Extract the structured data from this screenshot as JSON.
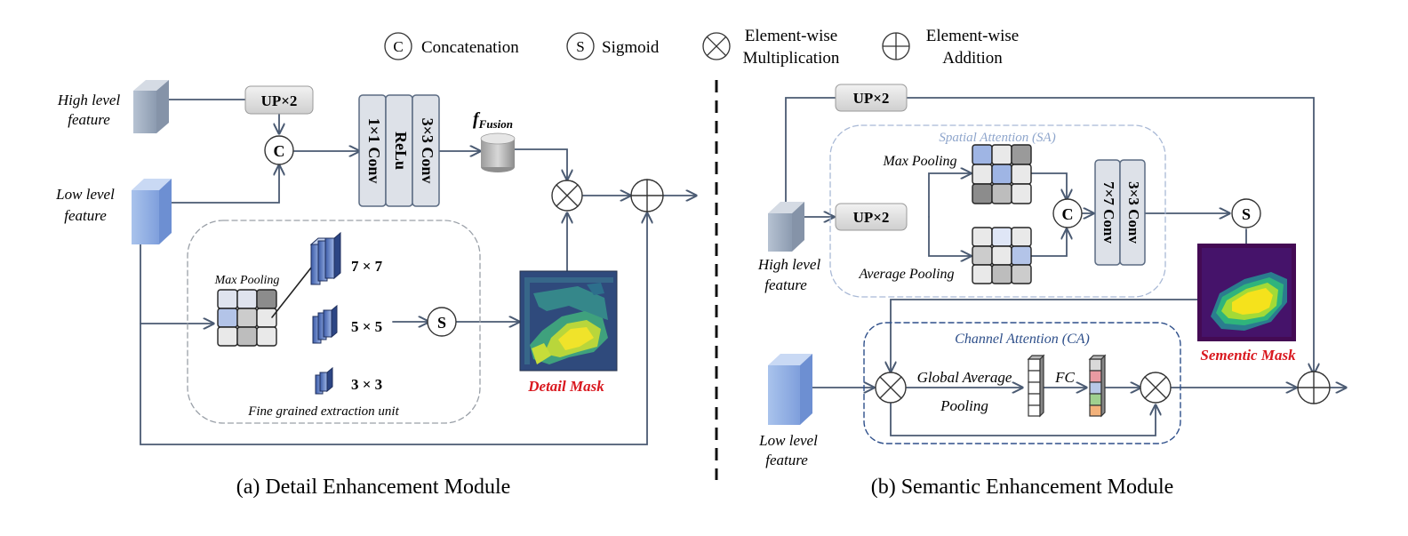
{
  "legend": {
    "concat_symbol": "C",
    "concat_label": "Concatenation",
    "sigmoid_symbol": "S",
    "sigmoid_label": "Sigmoid",
    "mult_label_1": "Element-wise",
    "mult_label_2": "Multiplication",
    "add_label_1": "Element-wise",
    "add_label_2": "Addition"
  },
  "dem": {
    "high_label_1": "High level",
    "high_label_2": "feature",
    "low_label_1": "Low level",
    "low_label_2": "feature",
    "up_label": "UP×2",
    "concat_symbol": "C",
    "conv1_label": "1×1 Conv",
    "relu_label": "ReLu",
    "conv3_label": "3×3 Conv",
    "fusion_f": "f",
    "fusion_sub": "Fusion",
    "max_pooling_label": "Max Pooling",
    "k7_label": "7 × 7",
    "k5_label": "5 × 5",
    "k3_label": "3 × 3",
    "sigmoid_symbol": "S",
    "unit_label": "Fine grained extraction unit",
    "mask_label": "Detail Mask",
    "caption": "(a) Detail Enhancement Module"
  },
  "sem": {
    "up_top_label": "UP×2",
    "up_mid_label": "UP×2",
    "sa_title": "Spatial Attention (SA)",
    "max_pooling_label": "Max Pooling",
    "avg_pooling_label": "Average Pooling",
    "concat_symbol": "C",
    "conv7_label": "7×7 Conv",
    "conv3_label": "3×3 Conv",
    "sigmoid_symbol": "S",
    "high_label_1": "High level",
    "high_label_2": "feature",
    "mask_label": "Sementic Mask",
    "ca_title": "Channel Attention (CA)",
    "gap_label_1": "Global Average",
    "gap_label_2": "Pooling",
    "fc_label": "FC",
    "low_label_1": "Low level",
    "low_label_2": "feature",
    "caption": "(b) Semantic Enhancement Module"
  },
  "colors": {
    "line": "#4a5a72",
    "red_label": "#d9181f",
    "sa_title": "#8fa6cc",
    "ca_title": "#2e4f8a"
  }
}
